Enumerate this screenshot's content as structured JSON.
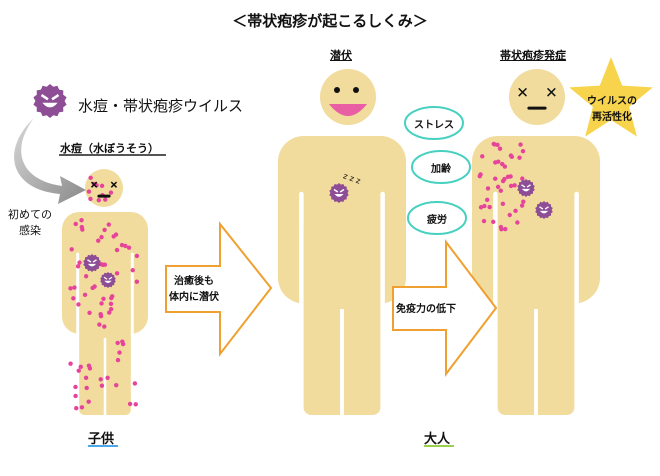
{
  "title": "＜帯状疱疹が起こるしくみ＞",
  "virus_label": "水痘・帯状疱疹ウイルス",
  "chickenpox_label": "水痘（水ぼうそう）",
  "first_infection": [
    "初めての",
    "感染"
  ],
  "arrow1_text": [
    "治癒後も",
    "体内に潜伏"
  ],
  "arrow2_text": "免疫力の低下",
  "latent_label": "潜伏",
  "onset_label": "帯状疱疹発症",
  "triggers": [
    "ストレス",
    "加齢",
    "疲労"
  ],
  "reactivation": [
    "ウイルスの",
    "再活性化"
  ],
  "zzz": "z z z",
  "child_label": "子供",
  "adult_label": "大人",
  "colors": {
    "skin": "#f1dc9d",
    "virus": "#8e4e96",
    "rash": "#e6449b",
    "arrow": "#f0a030",
    "trigger_outline": "#46d0c0",
    "star": "#f8d44c",
    "child_underline": "#4aa8e8",
    "adult_underline": "#9ad04a"
  }
}
